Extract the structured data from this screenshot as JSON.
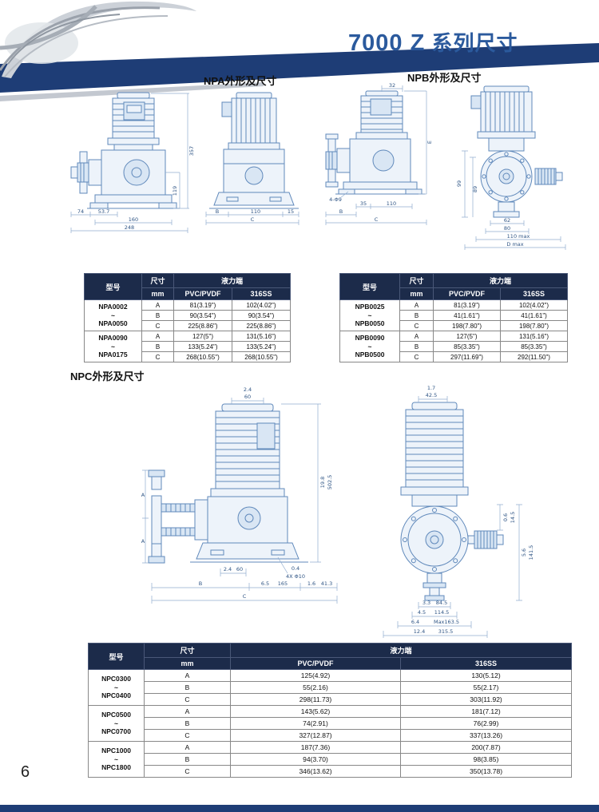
{
  "page": {
    "title_model": "7000 Z",
    "title_suffix": " 系列尺寸",
    "page_number": "6"
  },
  "sections": {
    "npa": "NPA外形及尺寸",
    "npb": "NPB外形及尺寸",
    "npc": "NPC外形及尺寸"
  },
  "table_header": {
    "model": "型号",
    "dim": "尺寸",
    "mm": "mm",
    "liquid": "液力端",
    "pvc": "PVC/PVDF",
    "ss": "316SS"
  },
  "tables": {
    "npa": {
      "groups": [
        {
          "model": [
            "NPA0002",
            "~",
            "NPA0050"
          ],
          "rows": [
            [
              "A",
              "81(3.19\")",
              "102(4.02\")"
            ],
            [
              "B",
              "90(3.54\")",
              "90(3.54\")"
            ],
            [
              "C",
              "225(8.86\")",
              "225(8.86\")"
            ]
          ]
        },
        {
          "model": [
            "NPA0090",
            "~",
            "NPA0175"
          ],
          "rows": [
            [
              "A",
              "127(5\")",
              "131(5.16\")"
            ],
            [
              "B",
              "133(5.24\")",
              "133(5.24\")"
            ],
            [
              "C",
              "268(10.55\")",
              "268(10.55\")"
            ]
          ]
        }
      ]
    },
    "npb": {
      "groups": [
        {
          "model": [
            "NPB0025",
            "~",
            "NPB0050"
          ],
          "rows": [
            [
              "A",
              "81(3.19\")",
              "102(4.02\")"
            ],
            [
              "B",
              "41(1.61\")",
              "41(1.61\")"
            ],
            [
              "C",
              "198(7.80\")",
              "198(7.80\")"
            ]
          ]
        },
        {
          "model": [
            "NPB0090",
            "~",
            "NPB0500"
          ],
          "rows": [
            [
              "A",
              "127(5\")",
              "131(5.16\")"
            ],
            [
              "B",
              "85(3.35\")",
              "85(3.35\")"
            ],
            [
              "C",
              "297(11.69\")",
              "292(11.50\")"
            ]
          ]
        }
      ]
    },
    "npc": {
      "groups": [
        {
          "model": [
            "NPC0300",
            "~",
            "NPC0400"
          ],
          "rows": [
            [
              "A",
              "125(4.92)",
              "130(5.12)"
            ],
            [
              "B",
              "55(2.16)",
              "55(2.17)"
            ],
            [
              "C",
              "298(11.73)",
              "303(11.92)"
            ]
          ]
        },
        {
          "model": [
            "NPC0500",
            "~",
            "NPC0700"
          ],
          "rows": [
            [
              "A",
              "143(5.62)",
              "181(7.12)"
            ],
            [
              "B",
              "74(2.91)",
              "76(2.99)"
            ],
            [
              "C",
              "327(12.87)",
              "337(13.26)"
            ]
          ]
        },
        {
          "model": [
            "NPC1000",
            "~",
            "NPC1800"
          ],
          "rows": [
            [
              "A",
              "187(7.36)",
              "200(7.87)"
            ],
            [
              "B",
              "94(3.70)",
              "98(3.85)"
            ],
            [
              "C",
              "346(13.62)",
              "350(13.78)"
            ]
          ]
        }
      ]
    }
  },
  "drawings": {
    "npa_front": [
      "357",
      "119",
      "74",
      "53.7",
      "160",
      "248"
    ],
    "npa_side": [
      "B",
      "110",
      "15",
      "C"
    ],
    "npb_front": [
      "32",
      "E",
      "35",
      "110",
      "B",
      "C",
      "4-Φ9"
    ],
    "npb_side": [
      "99",
      "89",
      "62",
      "80",
      "110 max",
      "D max"
    ],
    "npc_front": [
      "2.4",
      "60",
      "19.8",
      "502.5",
      "A",
      "A",
      "2.4",
      "60",
      "0.4",
      "4X Φ10",
      "B",
      "6.5",
      "165",
      "1.6",
      "41.3",
      "C"
    ],
    "npc_side": [
      "1.7",
      "42.5",
      "0.6",
      "14.5",
      "5.6",
      "141.5",
      "3.3",
      "84.5",
      "4.5",
      "114.5",
      "6.4",
      "Max163.5",
      "12.4",
      "315.5"
    ]
  },
  "colors": {
    "band": "#1e3d76",
    "title": "#2b5a9d",
    "table_header_bg": "#1c2b4a",
    "drawing_line": "#6089bb"
  }
}
